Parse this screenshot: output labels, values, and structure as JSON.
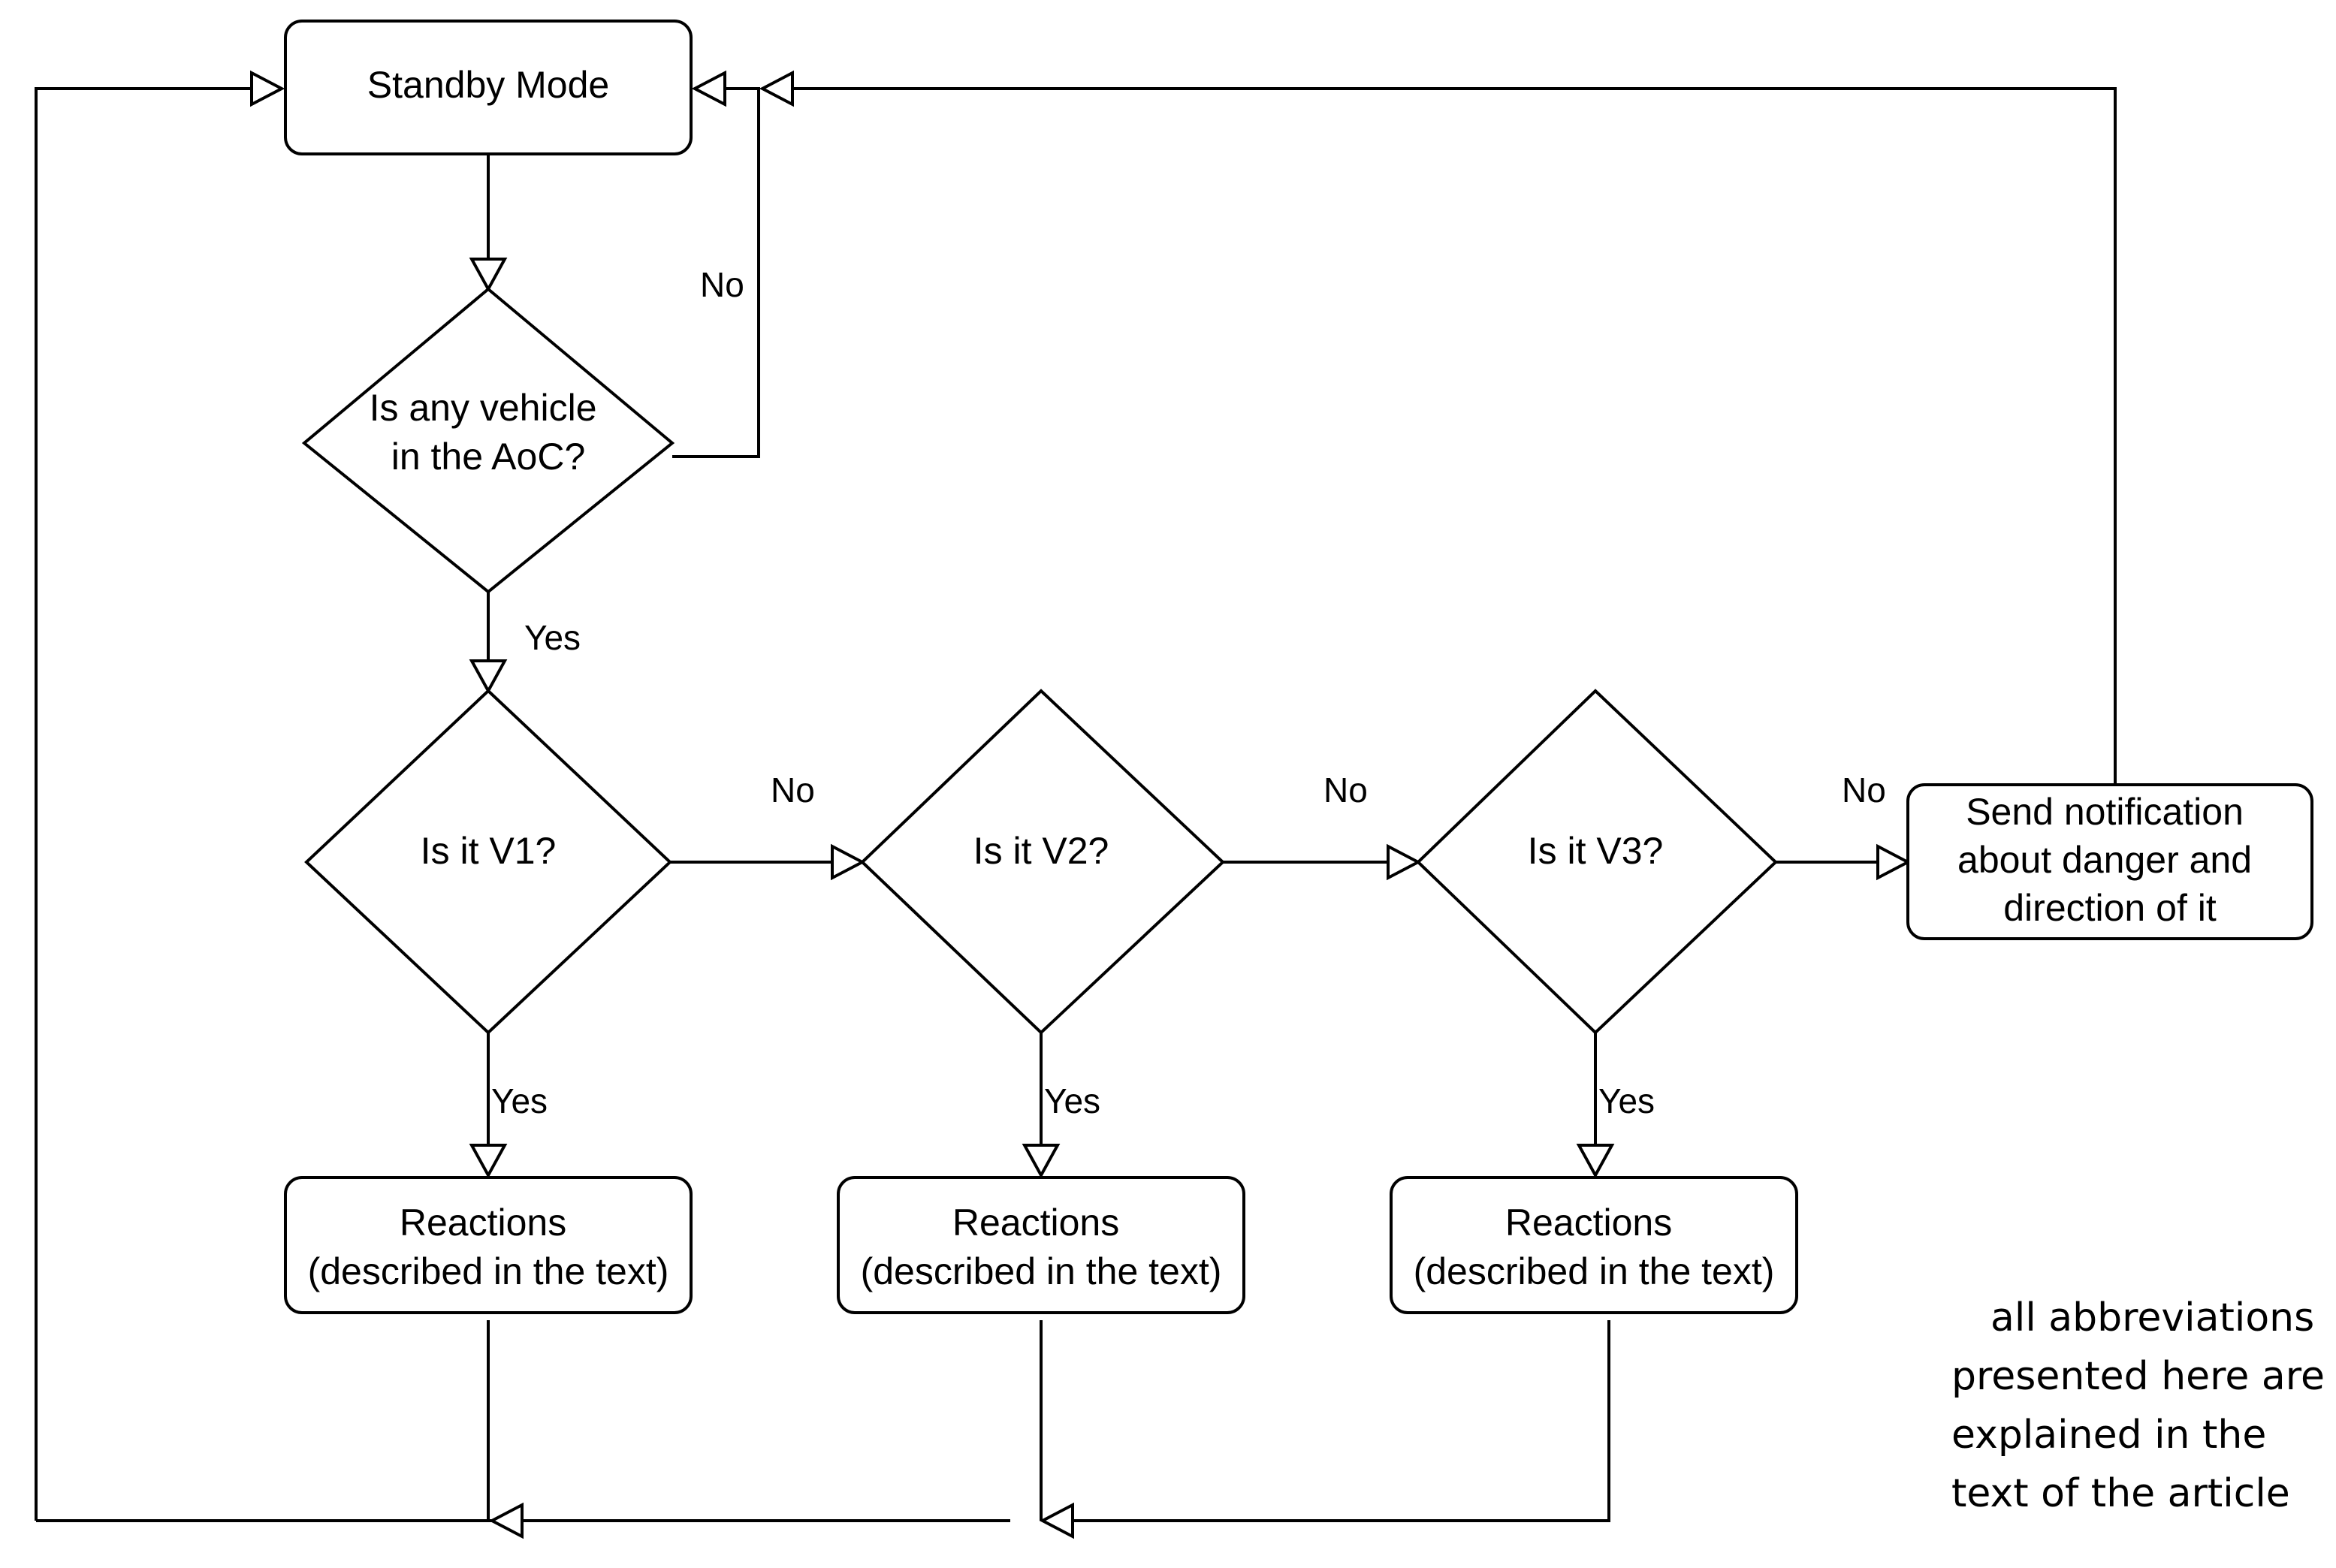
{
  "nodes": {
    "standby": {
      "label": [
        "Standby Mode"
      ]
    },
    "decision_any_vehicle": {
      "label": [
        "Is any vehicle",
        "in the AoC?"
      ]
    },
    "decision_v1": {
      "label": [
        "Is it V1?"
      ]
    },
    "decision_v2": {
      "label": [
        "Is it V2?"
      ]
    },
    "decision_v3": {
      "label": [
        "Is it V3?"
      ]
    },
    "reactions_v1": {
      "label": [
        "Reactions",
        "(described in the text)"
      ]
    },
    "reactions_v2": {
      "label": [
        "Reactions",
        "(described in the text)"
      ]
    },
    "reactions_v3": {
      "label": [
        "Reactions",
        "(described in the text)"
      ]
    },
    "notification": {
      "label": [
        "Send notification",
        "about danger and",
        "direction of it"
      ]
    }
  },
  "edges": {
    "no_any_vehicle": "No",
    "yes_any_vehicle": "Yes",
    "no_v1": "No",
    "no_v2": "No",
    "no_v3": "No",
    "yes_v1": "Yes",
    "yes_v2": "Yes",
    "yes_v3": "Yes"
  },
  "note": [
    "all abbreviations",
    "presented here are",
    "explained in the",
    "text of the article"
  ],
  "colors": {
    "stroke": "#000000",
    "fill": "#ffffff",
    "background": "#ffffff"
  }
}
